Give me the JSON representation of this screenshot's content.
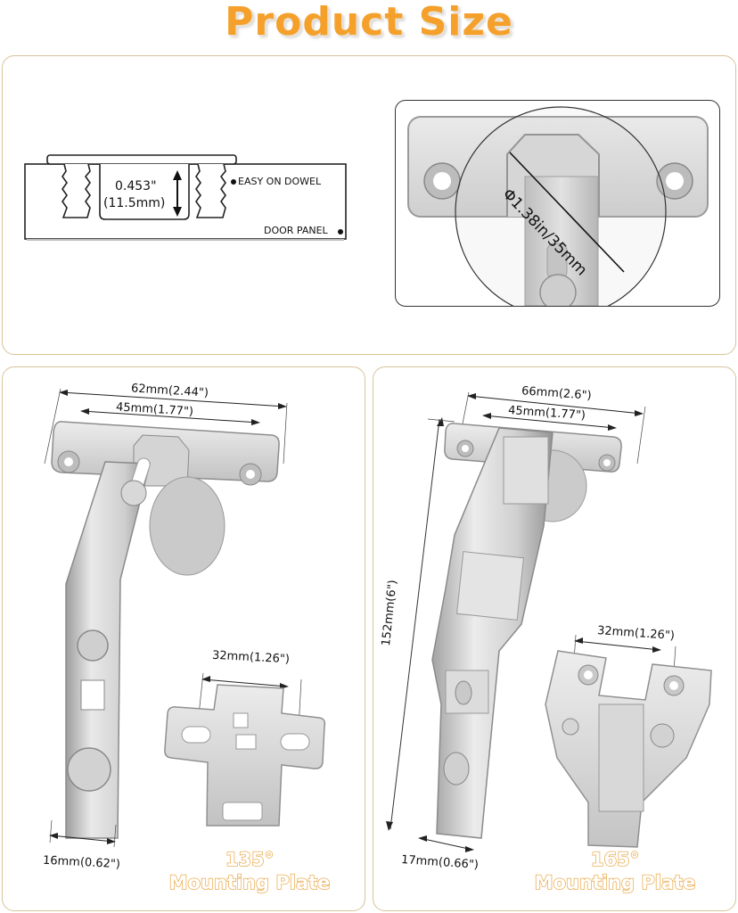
{
  "header": {
    "title": "Product Size"
  },
  "colors": {
    "title_orange": "#f4a02a",
    "panel_border": "#d8c39a",
    "metal": "#c9c9c9"
  },
  "top_panel": {
    "diagram": {
      "depth_value_in": "0.453\"",
      "depth_value_mm": "(11.5mm)",
      "label_dowel": "EASY ON DOWEL",
      "label_panel": "DOOR PANEL"
    },
    "cup_photo": {
      "diameter_label": "Φ1.38in/35mm"
    }
  },
  "left_panel": {
    "dim_overall_width": "62mm(2.44\")",
    "dim_hole_spacing": "45mm(1.77\")",
    "dim_plate_spacing": "32mm(1.26\")",
    "dim_arm_width": "16mm(0.62\")",
    "caption_angle": "135°",
    "caption_text": "Mounting Plate"
  },
  "right_panel": {
    "dim_overall_width": "66mm(2.6\")",
    "dim_hole_spacing": "45mm(1.77\")",
    "dim_length": "152mm(6\")",
    "dim_plate_spacing": "32mm(1.26\")",
    "dim_arm_width": "17mm(0.66\")",
    "caption_angle": "165°",
    "caption_text": "Mounting Plate"
  }
}
